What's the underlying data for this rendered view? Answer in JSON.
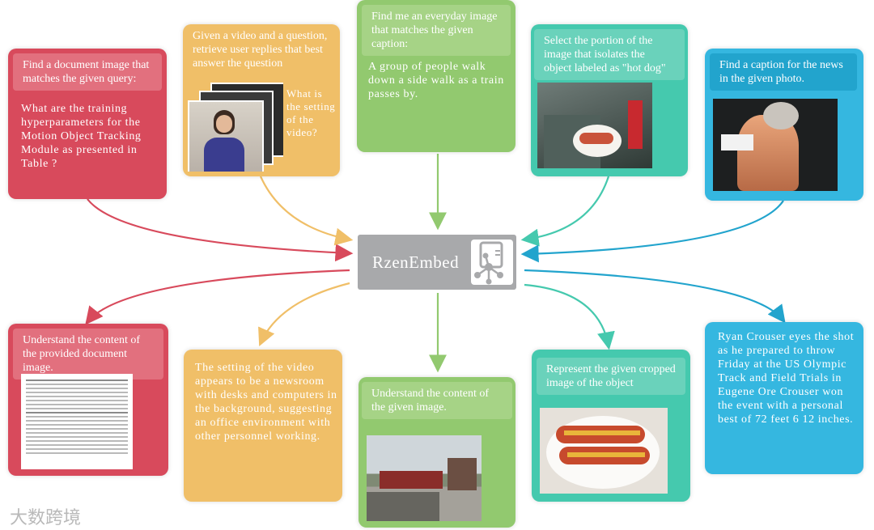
{
  "center": {
    "title": "RzenEmbed",
    "icon": "network-icon"
  },
  "top": [
    {
      "id": "doc-query",
      "color": "#d84a5c",
      "label": "Find a document image that matches the given query:",
      "text": "What are the training hyperparameters for the Motion Object Tracking Module as presented in Table ?"
    },
    {
      "id": "video-qa",
      "color": "#f0bf68",
      "label": "Given a video and a question, retrieve user replies that best answer the question",
      "text": "What is the setting of the video?"
    },
    {
      "id": "everyday-image",
      "color": "#92c96f",
      "label": "Find me an everyday image that matches the given caption:",
      "text": "A group of people walk down a side walk as a train passes by."
    },
    {
      "id": "hotdog-select",
      "color": "#45c9ae",
      "label": "Select the portion of the image that isolates the object labeled as \"hot dog\"",
      "text": ""
    },
    {
      "id": "news-caption",
      "color": "#35b7e0",
      "label": "Find a caption for the news in the given photo.",
      "text": ""
    }
  ],
  "bottom": [
    {
      "id": "doc-understand",
      "color": "#d84a5c",
      "label": "Understand the content of the provided document image.",
      "text": ""
    },
    {
      "id": "video-answer",
      "color": "#f0bf68",
      "label": "",
      "text": "The setting of the video appears to be a newsroom with desks and computers in the background, suggesting an office environment with other personnel working."
    },
    {
      "id": "image-understand",
      "color": "#92c96f",
      "label": "Understand the content of the given image.",
      "text": ""
    },
    {
      "id": "cropped-object",
      "color": "#45c9ae",
      "label": "Represent the given cropped image of the object",
      "text": ""
    },
    {
      "id": "news-answer",
      "color": "#35b7e0",
      "label": "",
      "text": "Ryan Crouser eyes the shot as he prepared to throw Friday at the US Olympic Track and Field Trials in Eugene Ore Crouser won the event with a personal best of 72 feet 6 12 inches."
    }
  ],
  "watermark": "大数跨境"
}
